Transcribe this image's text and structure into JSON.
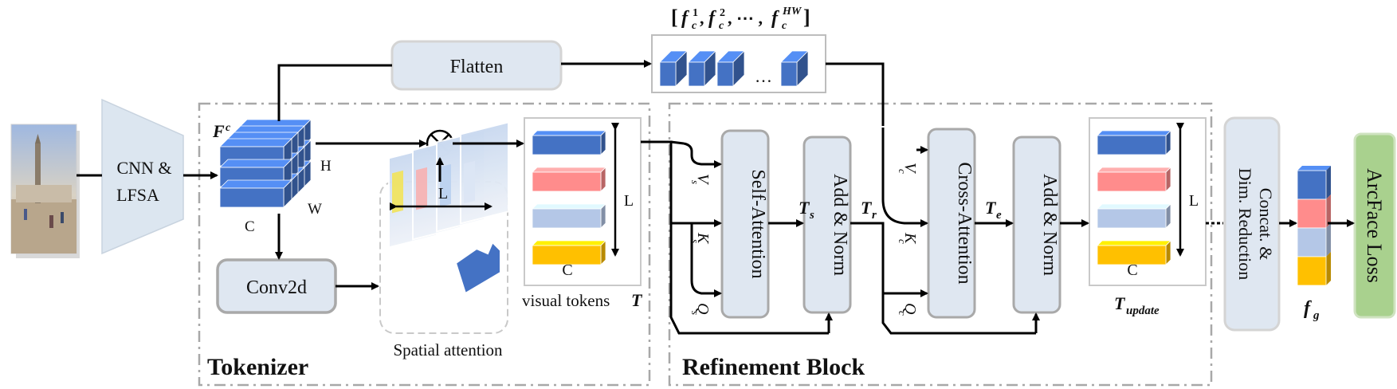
{
  "labels": {
    "cnn_line1": "CNN &",
    "cnn_line2": "LFSA",
    "flatten": "Flatten",
    "fc_main": "F",
    "fc_sup": "c",
    "dim_H": "H",
    "dim_W": "W",
    "dim_C": "C",
    "conv2d": "Conv2d",
    "spatial_attention": "Spatial attention",
    "spatial_L": "L",
    "visual_tokens_prefix": "visual tokens ",
    "visual_tokens_T": "T",
    "tokens_L": "L",
    "tokens_C": "C",
    "tokenizer": "Tokenizer",
    "refinement_block": "Refinement Block",
    "self_attention": "Self-Attention",
    "add_norm_1": "Add & Norm",
    "cross_attention": "Cross-Attention",
    "add_norm_2": "Add & Norm",
    "Ts": "T",
    "Ts_sub": "s",
    "Tr": "T",
    "Tr_sub": "r",
    "Te": "T",
    "Te_sub": "e",
    "Vs": "V",
    "Vs_sub": "s",
    "Ks": "K",
    "Ks_sub": "s",
    "Qs": "Q",
    "Qs_sub": "s",
    "Vc": "V",
    "Vc_sub": "c",
    "Kc": "K",
    "Kc_sub": "c",
    "Qc": "Q",
    "Qc_sub": "c",
    "fc_seq_open": "[",
    "fc_seq_f1": "f",
    "fc_seq_f1_sup": "1",
    "fc_seq_f1_sub": "c",
    "fc_seq_sep1": ", ",
    "fc_seq_f2": "f",
    "fc_seq_f2_sup": "2",
    "fc_seq_f2_sub": "c",
    "fc_seq_sep2": ", ⋯ , ",
    "fc_seq_fhw": "f",
    "fc_seq_fhw_sup": "HW",
    "fc_seq_fhw_sub": "c",
    "fc_seq_close": "]",
    "flat_dots": "…",
    "update_L": "L",
    "update_C": "C",
    "T_update": "T",
    "T_update_sub": "update",
    "concat_line1": "Concat. &",
    "concat_line2": "Dim. Reduction",
    "fg": "f",
    "fg_sub": "g",
    "arcface": "ArcFace Loss"
  },
  "colors": {
    "box_fill": "#dfe7f1",
    "box_stroke": "#b6b6b6",
    "token_blue": "#4472c4",
    "token_pink": "#ff8c8c",
    "token_lightblue": "#b4c7e7",
    "token_yellow": "#ffc000",
    "arcface_fill": "#a9d18e",
    "cnn_fill": "#dce6f0",
    "dash": "#b0b0b0"
  },
  "icons": {
    "multiply": "circle-times-icon",
    "input_image": "photo-icon"
  }
}
